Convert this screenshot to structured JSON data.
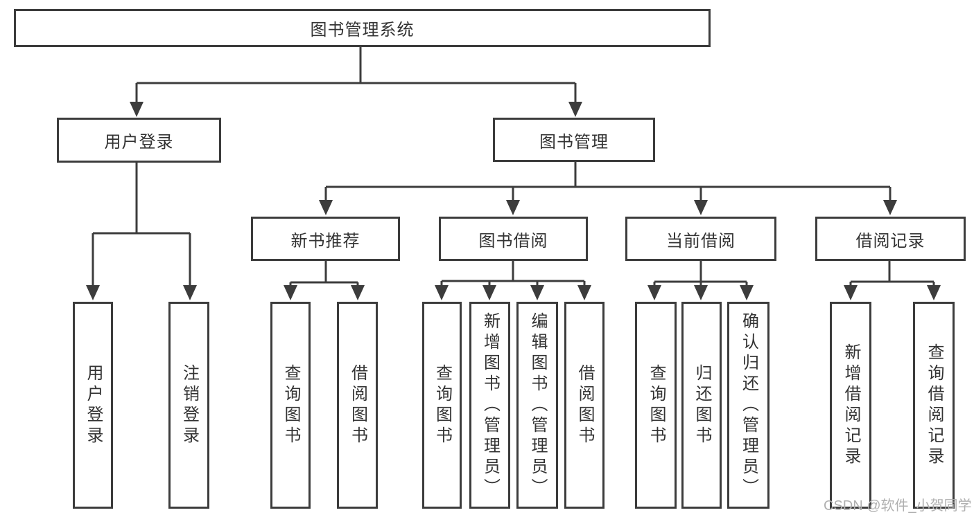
{
  "diagram": {
    "type": "hierarchy-tree",
    "root": {
      "label": "图书管理系统"
    },
    "branches": [
      {
        "label": "用户登录",
        "children": [
          {
            "label": "用户登录"
          },
          {
            "label": "注销登录"
          }
        ]
      },
      {
        "label": "图书管理",
        "children": [
          {
            "label": "新书推荐",
            "children": [
              {
                "label": "查询图书"
              },
              {
                "label": "借阅图书"
              }
            ]
          },
          {
            "label": "图书借阅",
            "children": [
              {
                "label": "查询图书"
              },
              {
                "label": "新增图书（管理员）"
              },
              {
                "label": "编辑图书（管理员）"
              },
              {
                "label": "借阅图书"
              }
            ]
          },
          {
            "label": "当前借阅",
            "children": [
              {
                "label": "查询图书"
              },
              {
                "label": "归还图书"
              },
              {
                "label": "确认归还（管理员）"
              }
            ]
          },
          {
            "label": "借阅记录",
            "children": [
              {
                "label": "新增借阅记录"
              },
              {
                "label": "查询借阅记录"
              }
            ]
          }
        ]
      }
    ],
    "watermark": "CSDN @软件_小贺同学",
    "colors": {
      "line": "#3c3c3c",
      "text": "#333333",
      "box_background": "#ffffff",
      "watermark": "#b0b0b0",
      "background": "#ffffff"
    }
  }
}
